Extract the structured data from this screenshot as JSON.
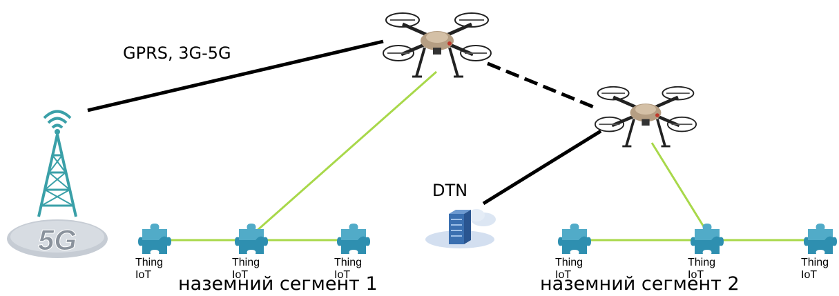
{
  "labels": {
    "link_cellular": "GPRS, 3G-5G",
    "dtn": "DTN",
    "segment1": "наземний сегмент 1",
    "segment2": "наземний сегмент 2",
    "tower_badge": "5G"
  },
  "things": [
    {
      "line1": "Thing",
      "line2": "IoT"
    },
    {
      "line1": "Thing",
      "line2": "IoT"
    },
    {
      "line1": "Thing",
      "line2": "IoT"
    },
    {
      "line1": "Thing",
      "line2": "IoT"
    },
    {
      "line1": "Thing",
      "line2": "IoT"
    },
    {
      "line1": "Thing",
      "line2": "IoT"
    }
  ],
  "colors": {
    "backhaul_link": "#000000",
    "iot_link": "#a8d84a",
    "puzzle_icon": "#2e8fb0",
    "tower": "#3aa0a8",
    "server": "#3a6fb0"
  },
  "icons": {
    "tower": "5g-tower-icon",
    "drone": "quadcopter-drone-icon",
    "server": "dtn-server-icon",
    "thing": "puzzle-piece-icon"
  }
}
